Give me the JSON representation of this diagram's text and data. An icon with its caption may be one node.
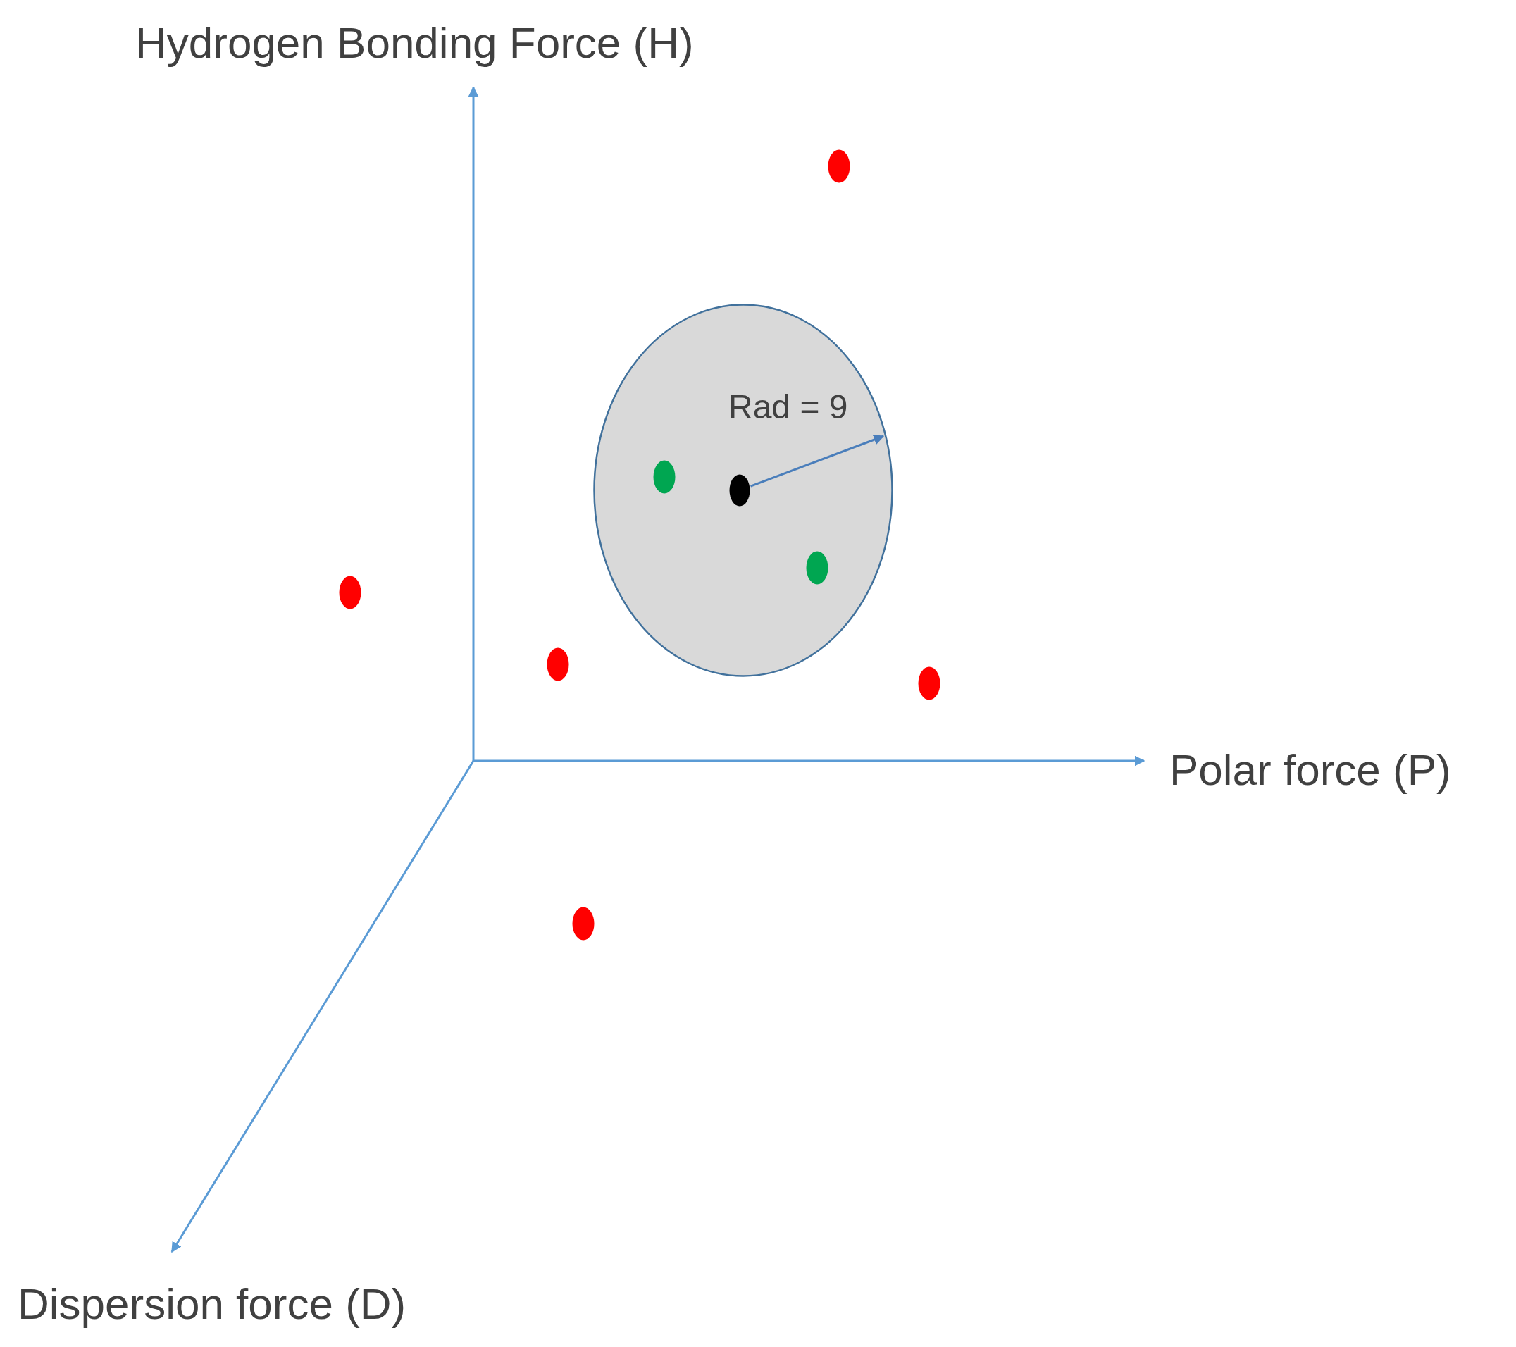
{
  "diagram": {
    "nodes": [
      {
        "text": [],
        "shape": "circle"
      },
      {
        "text": [
          "Rad = 9"
        ]
      },
      {
        "text": [],
        "shape": "circle",
        "in": 1
      },
      {
        "text": [],
        "shape": "circle",
        "in": 1
      },
      {
        "text": [],
        "shape": "circle",
        "in": 1
      },
      {
        "text": [],
        "shape": "circle"
      },
      {
        "text": [],
        "shape": "circle"
      },
      {
        "text": [],
        "shape": "circle"
      },
      {
        "text": [],
        "shape": "circle"
      }
    ],
    "edges": [
      {
        "from": 3,
        "to": 1,
        "arrow": "to"
      }
    ],
    "labels": [
      "Hydrogen Bonding Force (H)",
      "Polar force (P)",
      "Dispersion force (D)"
    ]
  }
}
